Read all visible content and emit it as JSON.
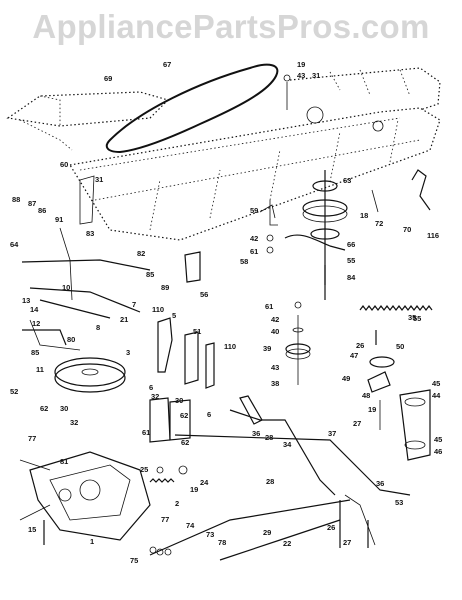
{
  "watermark": "AppliancePartsPros.com",
  "callouts": [
    {
      "id": "p69",
      "text": "69"
    },
    {
      "id": "p67",
      "text": "67"
    },
    {
      "id": "p19a",
      "text": "19"
    },
    {
      "id": "p43a",
      "text": "43"
    },
    {
      "id": "p31",
      "text": "31"
    },
    {
      "id": "p60",
      "text": "60"
    },
    {
      "id": "p31b",
      "text": "31"
    },
    {
      "id": "p63",
      "text": "63"
    },
    {
      "id": "p88",
      "text": "88"
    },
    {
      "id": "p87",
      "text": "87"
    },
    {
      "id": "p86",
      "text": "86"
    },
    {
      "id": "p91",
      "text": "91"
    },
    {
      "id": "p83",
      "text": "83"
    },
    {
      "id": "p82",
      "text": "82"
    },
    {
      "id": "p59",
      "text": "59"
    },
    {
      "id": "p42a",
      "text": "42"
    },
    {
      "id": "p61a",
      "text": "61"
    },
    {
      "id": "p58",
      "text": "58"
    },
    {
      "id": "p18",
      "text": "18"
    },
    {
      "id": "p72",
      "text": "72"
    },
    {
      "id": "p70",
      "text": "70"
    },
    {
      "id": "p116",
      "text": "116"
    },
    {
      "id": "p66",
      "text": "66"
    },
    {
      "id": "p55a",
      "text": "55"
    },
    {
      "id": "p84",
      "text": "84"
    },
    {
      "id": "p56",
      "text": "56"
    },
    {
      "id": "p64",
      "text": "64"
    },
    {
      "id": "p85a",
      "text": "85"
    },
    {
      "id": "p89",
      "text": "89"
    },
    {
      "id": "p10",
      "text": "10"
    },
    {
      "id": "p13",
      "text": "13"
    },
    {
      "id": "p14",
      "text": "14"
    },
    {
      "id": "p12",
      "text": "12"
    },
    {
      "id": "p7",
      "text": "7"
    },
    {
      "id": "p8",
      "text": "8"
    },
    {
      "id": "p21",
      "text": "21"
    },
    {
      "id": "p80",
      "text": "80"
    },
    {
      "id": "p85b",
      "text": "85"
    },
    {
      "id": "p3",
      "text": "3"
    },
    {
      "id": "p110a",
      "text": "110"
    },
    {
      "id": "p5",
      "text": "5"
    },
    {
      "id": "p51",
      "text": "51"
    },
    {
      "id": "p110b",
      "text": "110"
    },
    {
      "id": "p6a",
      "text": "6"
    },
    {
      "id": "p6b",
      "text": "6"
    },
    {
      "id": "p61b",
      "text": "61"
    },
    {
      "id": "p42b",
      "text": "42"
    },
    {
      "id": "p40",
      "text": "40"
    },
    {
      "id": "p39",
      "text": "39"
    },
    {
      "id": "p43b",
      "text": "43"
    },
    {
      "id": "p38",
      "text": "38"
    },
    {
      "id": "p55b",
      "text": "55"
    },
    {
      "id": "p26a",
      "text": "26"
    },
    {
      "id": "p50",
      "text": "50"
    },
    {
      "id": "p47",
      "text": "47"
    },
    {
      "id": "p49",
      "text": "49"
    },
    {
      "id": "p45a",
      "text": "45"
    },
    {
      "id": "p44",
      "text": "44"
    },
    {
      "id": "p48",
      "text": "48"
    },
    {
      "id": "p19b",
      "text": "19"
    },
    {
      "id": "p27a",
      "text": "27"
    },
    {
      "id": "p11",
      "text": "11"
    },
    {
      "id": "p52",
      "text": "52"
    },
    {
      "id": "p62a",
      "text": "62"
    },
    {
      "id": "p30a",
      "text": "30"
    },
    {
      "id": "p32a",
      "text": "32"
    },
    {
      "id": "p30b",
      "text": "30"
    },
    {
      "id": "p32b",
      "text": "32"
    },
    {
      "id": "p62b",
      "text": "62"
    },
    {
      "id": "p61c",
      "text": "61"
    },
    {
      "id": "p62c",
      "text": "62"
    },
    {
      "id": "p36a",
      "text": "36"
    },
    {
      "id": "p28a",
      "text": "28"
    },
    {
      "id": "p34",
      "text": "34"
    },
    {
      "id": "p37",
      "text": "37"
    },
    {
      "id": "p77a",
      "text": "77"
    },
    {
      "id": "p81",
      "text": "81"
    },
    {
      "id": "p25",
      "text": "25"
    },
    {
      "id": "p19c",
      "text": "19"
    },
    {
      "id": "p24",
      "text": "24"
    },
    {
      "id": "p2",
      "text": "2"
    },
    {
      "id": "p77b",
      "text": "77"
    },
    {
      "id": "p74",
      "text": "74"
    },
    {
      "id": "p73",
      "text": "73"
    },
    {
      "id": "p78",
      "text": "78"
    },
    {
      "id": "p75",
      "text": "75"
    },
    {
      "id": "p1",
      "text": "1"
    },
    {
      "id": "p15",
      "text": "15"
    },
    {
      "id": "p28b",
      "text": "28"
    },
    {
      "id": "p29",
      "text": "29"
    },
    {
      "id": "p22",
      "text": "22"
    },
    {
      "id": "p26b",
      "text": "26"
    },
    {
      "id": "p27b",
      "text": "27"
    },
    {
      "id": "p53",
      "text": "53"
    },
    {
      "id": "p36b",
      "text": "36"
    },
    {
      "id": "p35",
      "text": "35"
    },
    {
      "id": "p45b",
      "text": "45"
    },
    {
      "id": "p46",
      "text": "46"
    }
  ]
}
